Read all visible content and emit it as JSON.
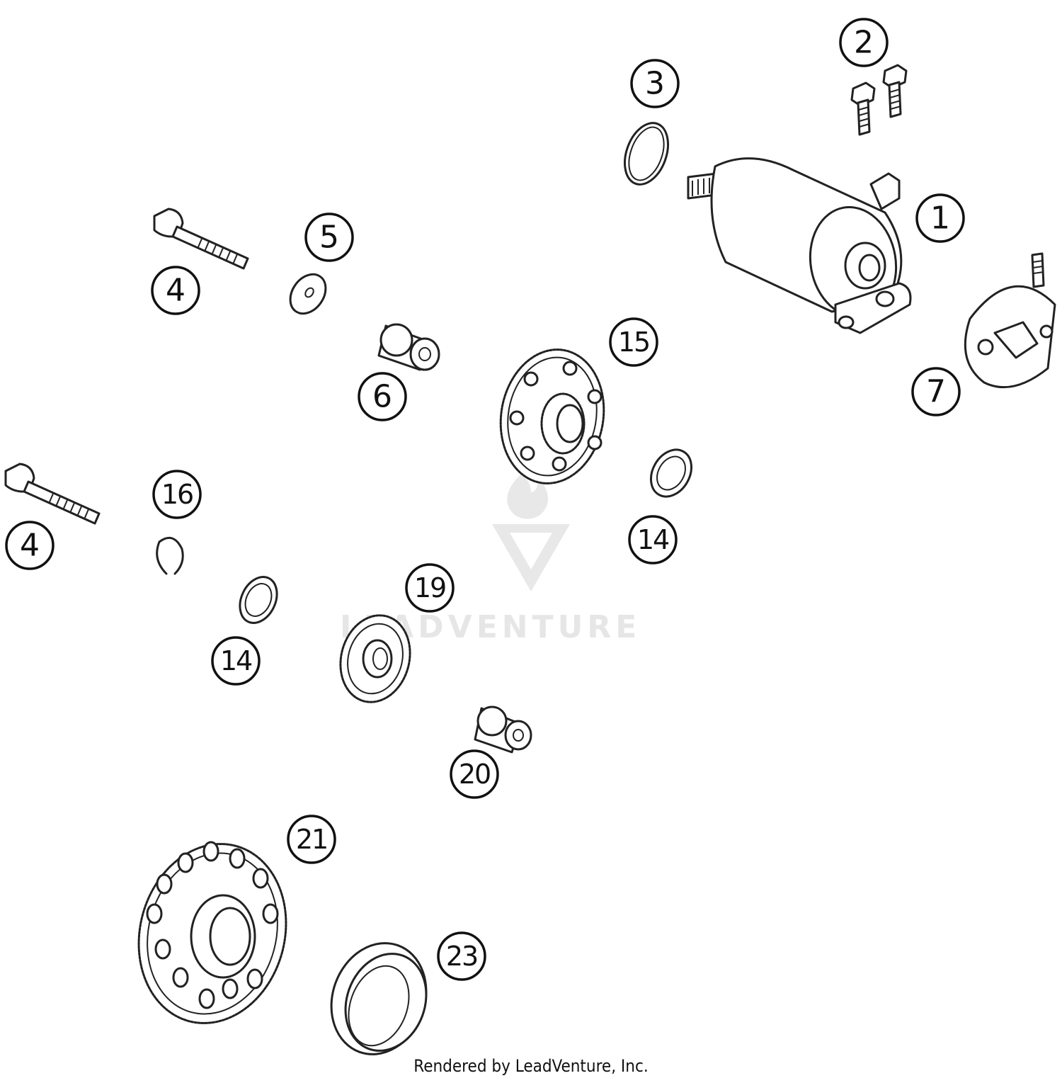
{
  "watermark": {
    "text": "LEADVENTURE"
  },
  "footer": {
    "text": "Rendered by LeadVenture, Inc."
  },
  "callouts": {
    "c1": "1",
    "c2": "2",
    "c3": "3",
    "c4a": "4",
    "c4b": "4",
    "c5": "5",
    "c6": "6",
    "c7": "7",
    "c14a": "14",
    "c14b": "14",
    "c15": "15",
    "c16": "16",
    "c19": "19",
    "c20": "20",
    "c21": "21",
    "c23": "23"
  },
  "colors": {
    "line": "#222222",
    "background": "#ffffff",
    "watermark": "#e6e6e6"
  }
}
